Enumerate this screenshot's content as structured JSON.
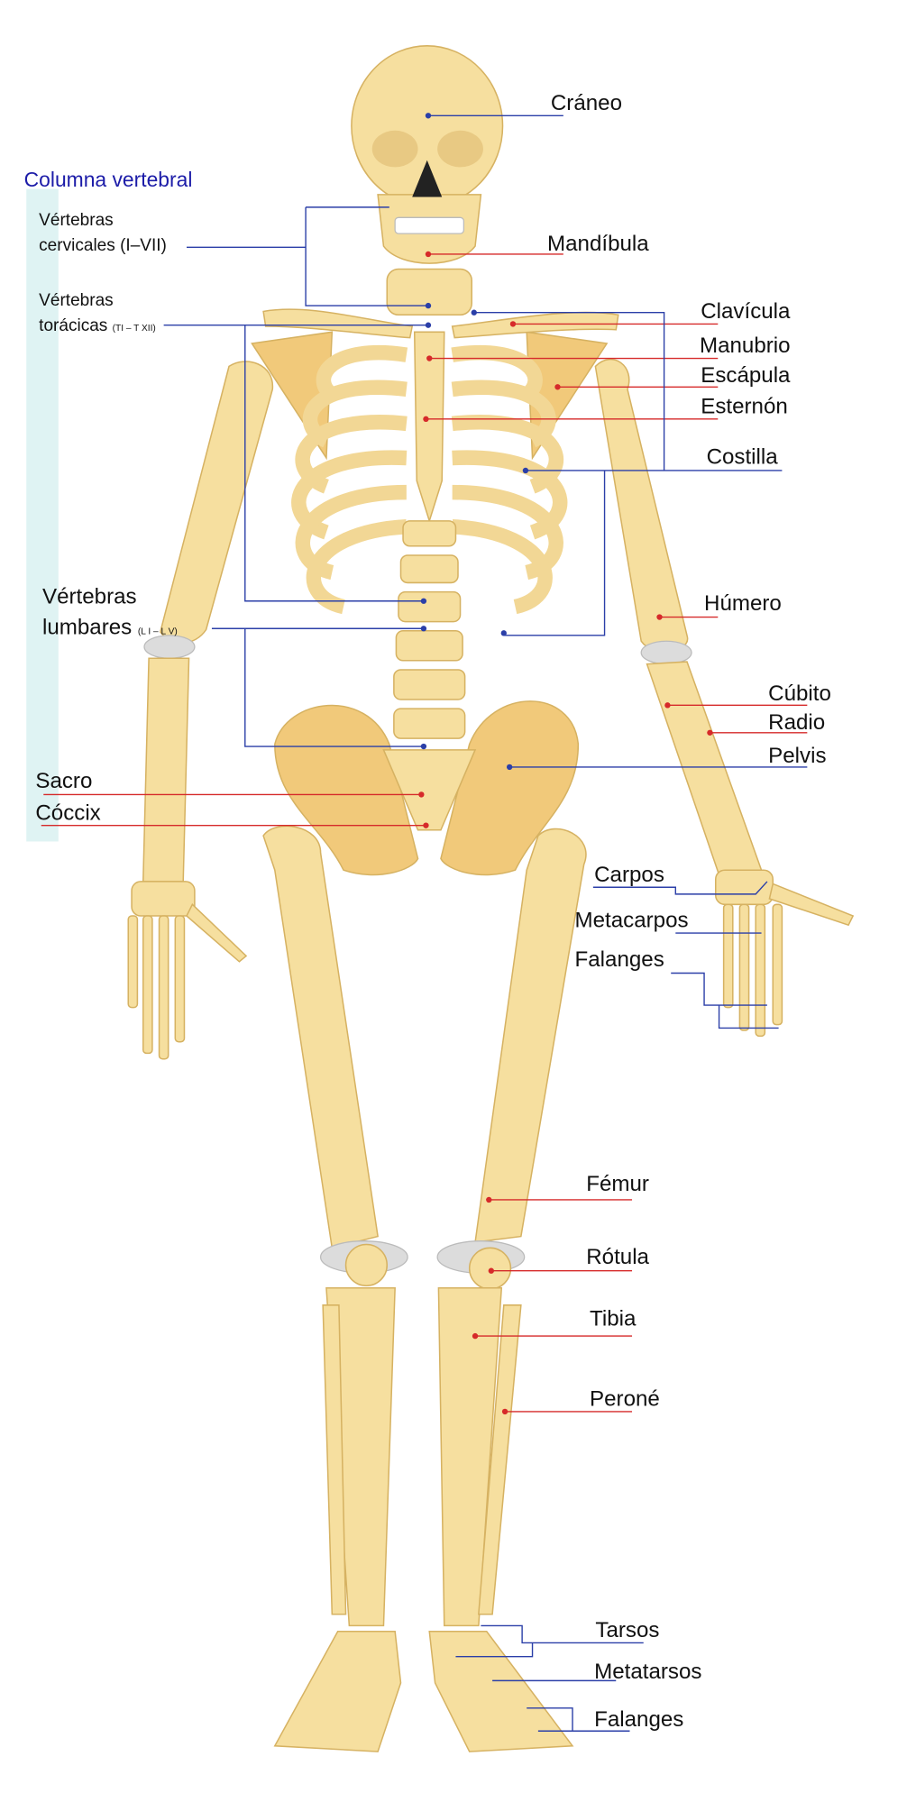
{
  "title": "Columna vertebral",
  "colors": {
    "bone": "#f6df9f",
    "cartilage": "#dcdcdc",
    "blue_leader": "#2b3fa8",
    "red_leader": "#d62a2a",
    "column_band": "#dff3f3",
    "title": "#1c1ca8"
  },
  "left_labels": {
    "cervical": {
      "line1": "Vértebras",
      "line2": "cervicales",
      "range": "(I–VII)"
    },
    "thoracic": {
      "line1": "Vértebras",
      "line2": "torácicas",
      "range": "(TI – T XII)"
    },
    "lumbar": {
      "line1": "Vértebras",
      "line2": "lumbares",
      "range": "(L I – L V)"
    },
    "sacrum": "Sacro",
    "coccyx": "Cóccix"
  },
  "right_labels": {
    "skull": "Cráneo",
    "mandible": "Mandíbula",
    "clavicle": "Clavícula",
    "manubrium": "Manubrio",
    "scapula": "Escápula",
    "sternum": "Esternón",
    "rib": "Costilla",
    "humerus": "Húmero",
    "ulna": "Cúbito",
    "radius": "Radio",
    "pelvis": "Pelvis",
    "carpals": "Carpos",
    "metacarpals": "Metacarpos",
    "hand_phalanges": "Falanges",
    "femur": "Fémur",
    "patella": "Rótula",
    "tibia": "Tibia",
    "fibula": "Peroné",
    "tarsals": "Tarsos",
    "metatarsals": "Metatarsos",
    "foot_phalanges": "Falanges"
  }
}
